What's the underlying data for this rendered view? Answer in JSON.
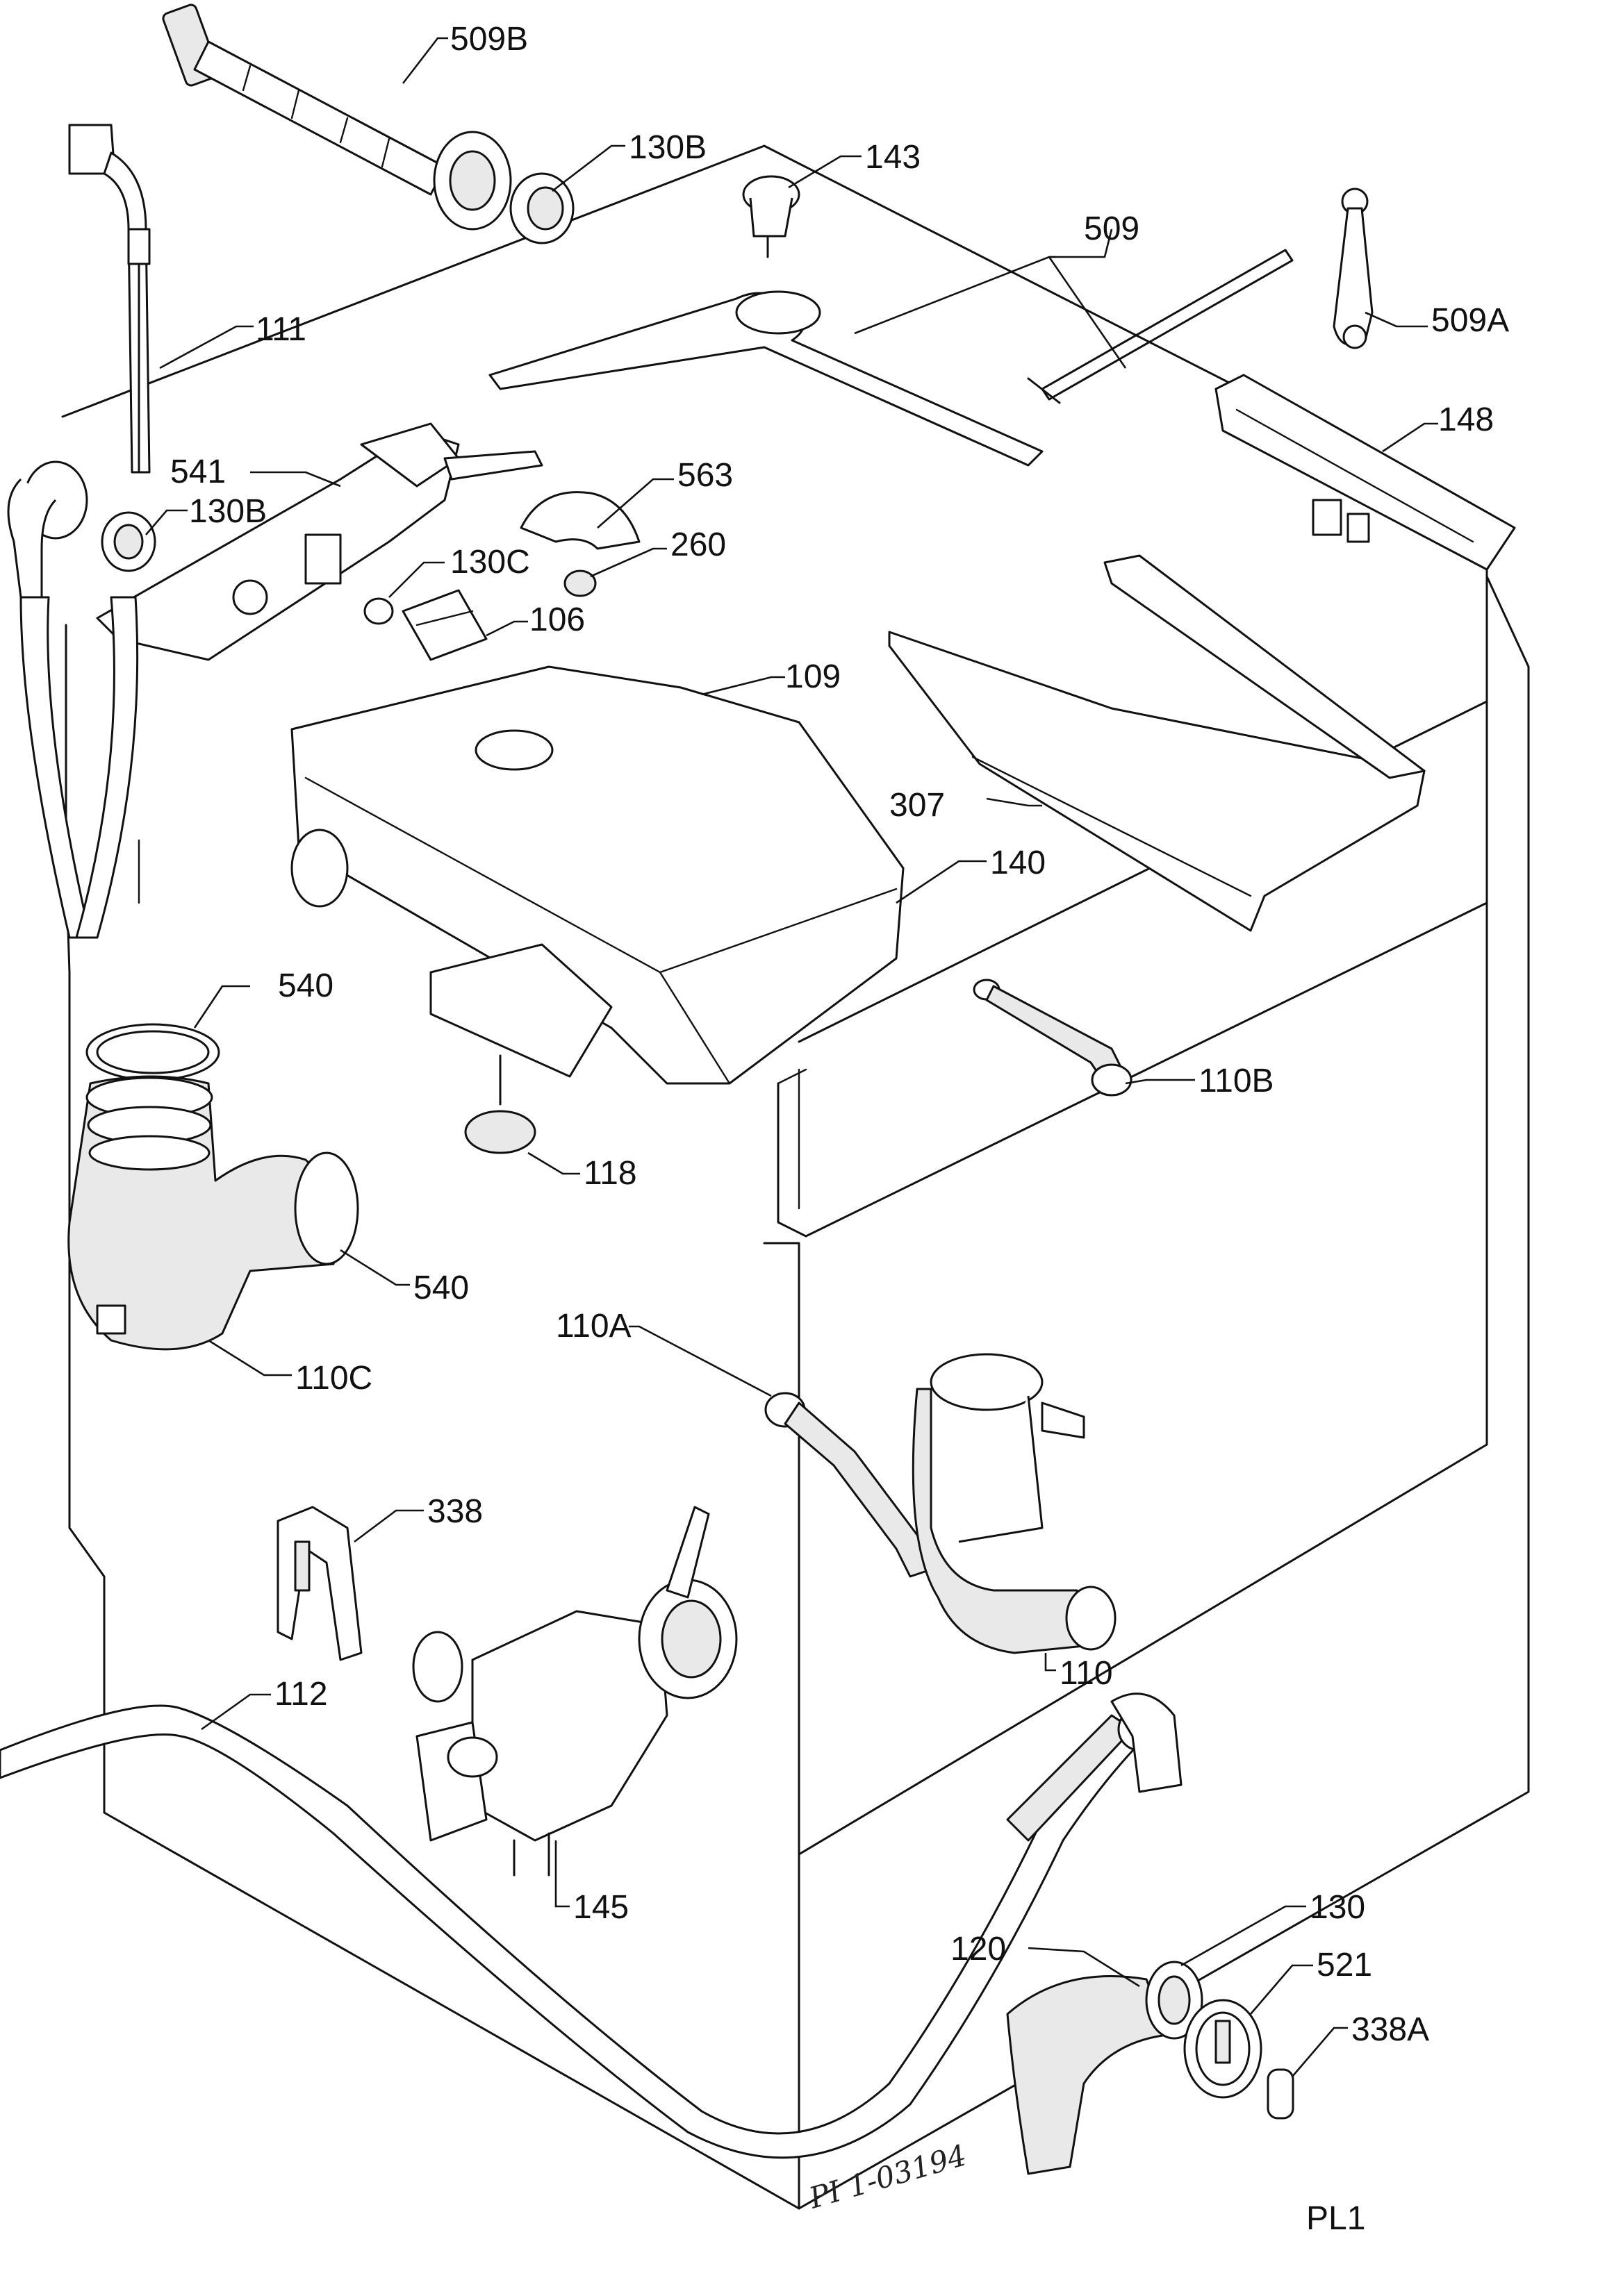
{
  "labels": {
    "p509B": "509B",
    "p130B_top": "130B",
    "p143": "143",
    "p509": "509",
    "p111": "111",
    "p509A": "509A",
    "p148": "148",
    "p541": "541",
    "p130B": "130B",
    "p563": "563",
    "p130C": "130C",
    "p260": "260",
    "p106": "106",
    "p109": "109",
    "p307": "307",
    "p140": "140",
    "p540_top": "540",
    "p110B": "110B",
    "p118": "118",
    "p540": "540",
    "p110C": "110C",
    "p110A": "110A",
    "p338": "338",
    "p110": "110",
    "p112": "112",
    "p145": "145",
    "p130": "130",
    "p120": "120",
    "p521": "521",
    "p338A": "338A"
  },
  "stamp": "PI 1-03194",
  "corner_code": "PL1"
}
